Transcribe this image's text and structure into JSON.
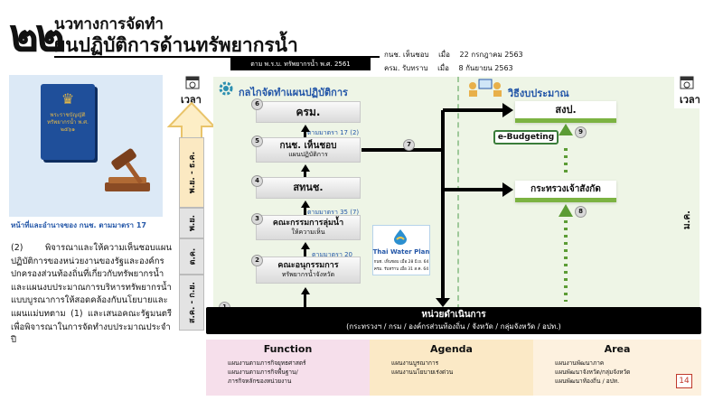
{
  "header": {
    "logo_text": "๒๒",
    "title_line1": "นวทางการจัดทำ",
    "title_line2": "ผนปฏิบัติการด้านทรัพยากรน้ำ",
    "law_bar": "ตาม พ.ร.บ. ทรัพยากรน้ำ พ.ศ. 2561",
    "dates": [
      {
        "org": "กนช. เห็นชอบ",
        "when": "เมื่อ",
        "date": "22 กรกฎาคม 2563"
      },
      {
        "org": "ครม. รับทราบ",
        "when": "เมื่อ",
        "date": "8 กันยายน 2563"
      }
    ]
  },
  "left": {
    "book_title": "พระราชบัญญัติ ทรัพยากรน้ำ พ.ศ. ๒๕๖๑",
    "caption": "หน้าที่และอำนาจของ กนช. ตามมาตรา 17",
    "body": "(2) พิจารณาและให้ความเห็นชอบแผนปฏิบัติการของหน่วยงานของรัฐและองค์กรปกครองส่วนท้องถิ่นที่เกี่ยวกับทรัพยากรน้ำและแผนงบประมาณการบริหารทรัพยากรน้ำแบบบูรณาการให้สอดคล้องกับนโยบายและแผนแม่บทตาม (1) และเสนอคณะรัฐมนตรีเพื่อพิจารณาในการจัดทำงบประมาณประจำปี"
  },
  "timeline": {
    "label": "เวลา",
    "segments": [
      "พ.ย. - ธ.ค.",
      "พ.ย.",
      "ต.ค.",
      "ส.ค. - ก.ย."
    ],
    "right_label": "เวลา",
    "right_segment": "ม.ค."
  },
  "process": {
    "title": "กลไกจัดทำแผนปฏิบัติการ",
    "steps": [
      {
        "num": "6",
        "label": "ครม.",
        "sub": ""
      },
      {
        "num": "5",
        "label": "กนช. เห็นชอบ",
        "sub": "แผนปฏิบัติการ"
      },
      {
        "num": "4",
        "label": "สทนช.",
        "sub": ""
      },
      {
        "num": "3",
        "label": "คณะกรรมการลุ่มน้ำ",
        "sub": "ให้ความเห็น"
      },
      {
        "num": "2",
        "label": "คณะอนุกรรมการ",
        "sub": "ทรัพยากรน้ำจังหวัด"
      }
    ],
    "law_refs": [
      "ตามมาตรา 17 (2)",
      "ตามมาตรา 35 (7)",
      "ตามมาตรา 20"
    ],
    "num_1": "1",
    "num_7": "7"
  },
  "thai_water_plan": {
    "title": "Thai Water Plan",
    "line1": "กนช. เห็นชอบ เมื่อ 28 มิ.ย. 64",
    "line2": "ครม. รับทราบ เมื่อ 31 ส.ค. 64"
  },
  "budget": {
    "title": "วิธีงบประมาณ",
    "sgp": "สงป.",
    "ebudget": "e-Budgeting",
    "ministry": "กระทรวงเจ้าสังกัด",
    "num_9": "9",
    "num_8": "8"
  },
  "execution": {
    "title": "หน่วยดำเนินการ",
    "sub": "(กระทรวงฯ / กรม / องค์กรส่วนท้องถิ่น / จังหวัด / กลุ่มจังหวัด / อปท.)"
  },
  "categories": [
    {
      "title": "Function",
      "items": [
        "แผนงานตามภารกิจยุทธศาสตร์",
        "แผนงานตามภารกิจพื้นฐาน/",
        "ภารกิจหลักของหน่วยงาน"
      ]
    },
    {
      "title": "Agenda",
      "items": [
        "แผนงานบูรณาการ",
        "แผนงานนโยบายเร่งด่วน"
      ]
    },
    {
      "title": "Area",
      "items": [
        "แผนงานพัฒนาภาค",
        "แผนพัฒนาจังหวัด/กลุ่มจังหวัด",
        "แผนพัฒนาท้องถิ่น / อปท."
      ]
    }
  ],
  "page_number": "14",
  "colors": {
    "accent_blue": "#2457a8",
    "green_bar": "#7cb342",
    "panel_green": "#eef5e6",
    "function_bg": "#f6dfeb",
    "agenda_bg": "#fbe9c6",
    "area_bg": "#fdf1df"
  }
}
